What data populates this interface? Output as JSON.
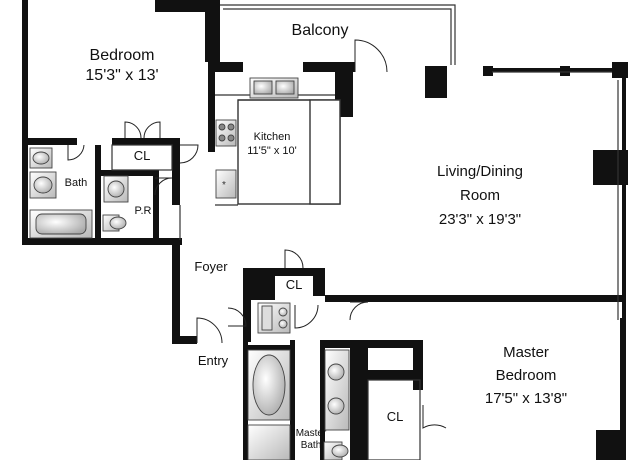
{
  "rooms": {
    "bedroom": {
      "name": "Bedroom",
      "size": "15'3\" x 13'"
    },
    "balcony": {
      "name": "Balcony"
    },
    "kitchen": {
      "name": "Kitchen",
      "size": "11'5\" x 10'"
    },
    "living": {
      "name_line1": "Living/Dining",
      "name_line2": "Room",
      "size": "23'3\" x 19'3\""
    },
    "bath": {
      "name": "Bath"
    },
    "powder": {
      "name": "P.R"
    },
    "closet_top": {
      "name": "CL"
    },
    "foyer": {
      "name": "Foyer"
    },
    "closet_foyer": {
      "name": "CL"
    },
    "entry": {
      "name": "Entry"
    },
    "master": {
      "name_line1": "Master",
      "name_line2": "Bedroom",
      "size": "17'5\" x 13'8\""
    },
    "closet_master": {
      "name": "CL"
    },
    "master_bath": {
      "name_line1": "Master",
      "name_line2": "Bath"
    }
  }
}
